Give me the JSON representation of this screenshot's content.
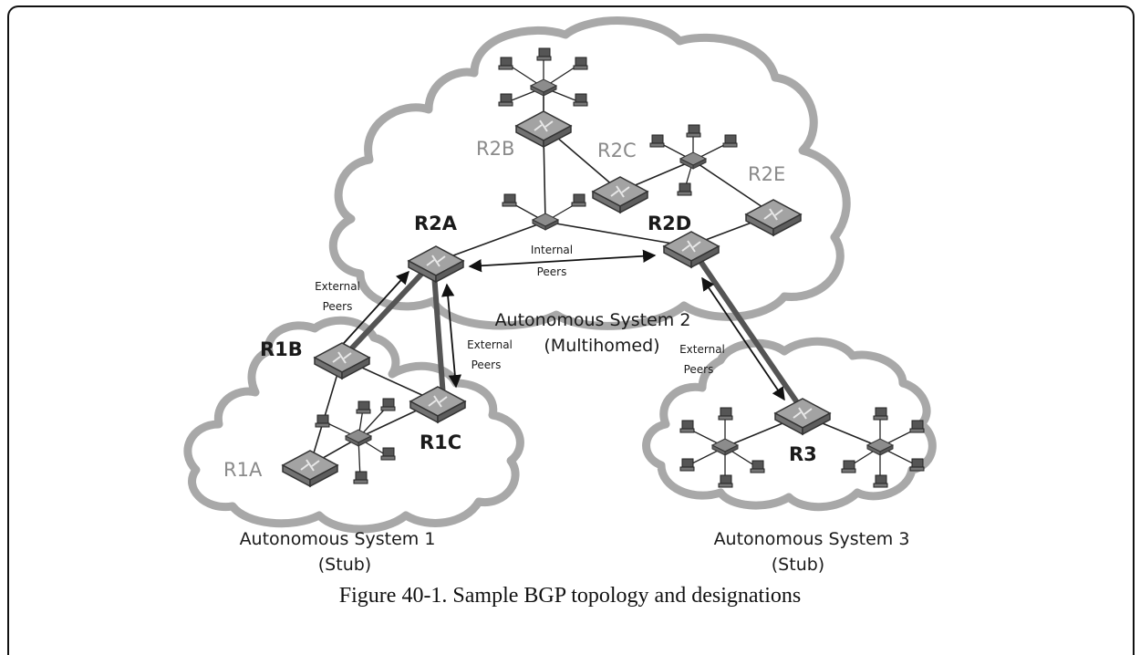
{
  "caption": "Figure 40-1. Sample BGP topology and designations",
  "autonomous_systems": {
    "as1": {
      "name": "Autonomous System 1",
      "type": "(Stub)"
    },
    "as2": {
      "name": "Autonomous System 2",
      "type": "(Multihomed)"
    },
    "as3": {
      "name": "Autonomous System 3",
      "type": "(Stub)"
    }
  },
  "routers": {
    "r1a": "R1A",
    "r1b": "R1B",
    "r1c": "R1C",
    "r2a": "R2A",
    "r2b": "R2B",
    "r2c": "R2C",
    "r2d": "R2D",
    "r2e": "R2E",
    "r3": "R3"
  },
  "peer_labels": {
    "internal": [
      "Internal",
      "Peers"
    ],
    "external_left": [
      "External",
      "Peers"
    ],
    "external_mid": [
      "External",
      "Peers"
    ],
    "external_right": [
      "External",
      "Peers"
    ]
  },
  "colors": {
    "cloud_stroke": "#a8a8a8",
    "router_fill": "#9a9a9a",
    "router_dark": "#6e6e6e",
    "link": "#222222",
    "light_label": "#8a8a8a"
  }
}
